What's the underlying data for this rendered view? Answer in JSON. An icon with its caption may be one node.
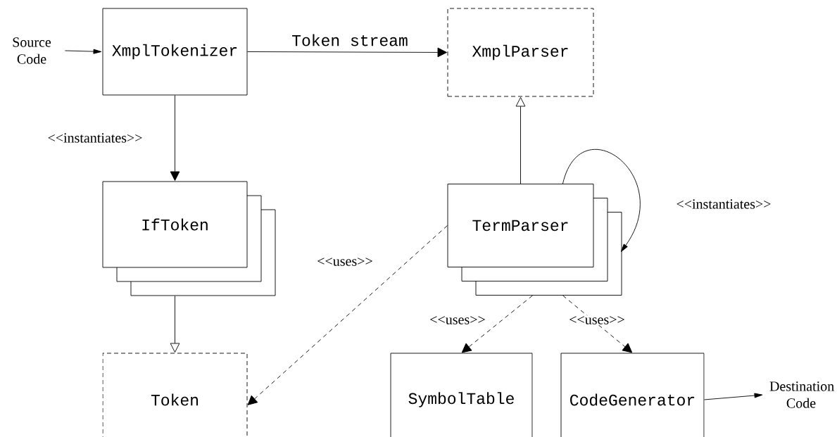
{
  "diagram": {
    "nodes": [
      {
        "text": [
          "Source Code"
        ]
      },
      {
        "text": [
          "XmplTokenizer"
        ]
      },
      {
        "text": [
          "XmplParser"
        ]
      },
      {
        "text": [
          "IfToken"
        ]
      },
      {
        "text": [
          "TermParser"
        ]
      },
      {
        "text": [
          "Token"
        ]
      },
      {
        "text": [
          "SymbolTable"
        ]
      },
      {
        "text": [
          "CodeGenerator"
        ]
      },
      {
        "text": [
          "Destination Code"
        ]
      }
    ],
    "edges": [
      {
        "from": 0,
        "to": 1,
        "arrow": "to"
      },
      {
        "from": 1,
        "to": 2,
        "arrow": "to",
        "label": "Token stream"
      },
      {
        "from": 1,
        "to": 3,
        "arrow": "to",
        "label": "<<instantiates>>"
      },
      {
        "from": 3,
        "to": 5,
        "arrow": "to"
      },
      {
        "from": 4,
        "to": 2,
        "arrow": "to"
      },
      {
        "from": 4,
        "to": 4,
        "arrow": "to",
        "label": "<<instantiates>>"
      },
      {
        "from": 4,
        "to": 5,
        "arrow": "to",
        "style": "dashed",
        "label": "<<uses>>"
      },
      {
        "from": 4,
        "to": 6,
        "arrow": "to",
        "style": "dashed",
        "label": "<<uses>>"
      },
      {
        "from": 4,
        "to": 7,
        "arrow": "to",
        "style": "dashed",
        "label": "<<uses>>"
      },
      {
        "from": 7,
        "to": 8,
        "arrow": "to"
      }
    ]
  }
}
